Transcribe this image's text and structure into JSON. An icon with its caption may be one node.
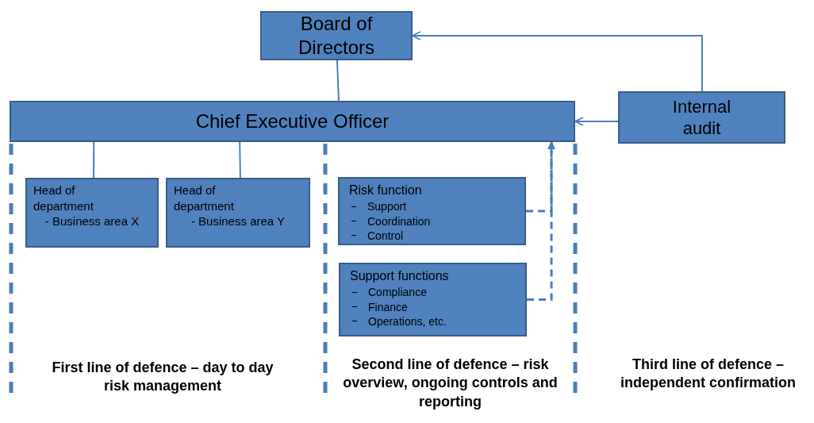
{
  "diagram": {
    "nodes": [
      {
        "text": [
          "Board of Directors"
        ]
      },
      {
        "text": [
          "Chief Executive Officer"
        ]
      },
      {
        "text": [
          "Internal audit"
        ]
      },
      {
        "text": [
          "Head of department",
          "- Business area X"
        ]
      },
      {
        "text": [
          "Head of department",
          "- Business area Y"
        ]
      },
      {
        "text": [
          "Risk function",
          "Support",
          "Coordination",
          "Control"
        ]
      },
      {
        "text": [
          "Support functions",
          "Compliance",
          "Finance",
          "Operations, etc."
        ]
      }
    ],
    "edges": [
      {
        "from": 0,
        "to": 1,
        "arrow": "none"
      },
      {
        "from": 2,
        "to": 0,
        "arrow": "to"
      },
      {
        "from": 2,
        "to": 1,
        "arrow": "to"
      },
      {
        "from": 1,
        "to": 3,
        "arrow": "none"
      },
      {
        "from": 1,
        "to": 4,
        "arrow": "none"
      },
      {
        "from": 5,
        "to": 1,
        "arrow": "to",
        "style": "dashed"
      },
      {
        "from": 6,
        "to": 1,
        "arrow": "to",
        "style": "dashed"
      }
    ],
    "labels": [
      "First line of defence – day to day risk management",
      "Second line of defence – risk overview, ongoing controls and reporting",
      "Third line of defence – independent confirmation"
    ]
  }
}
